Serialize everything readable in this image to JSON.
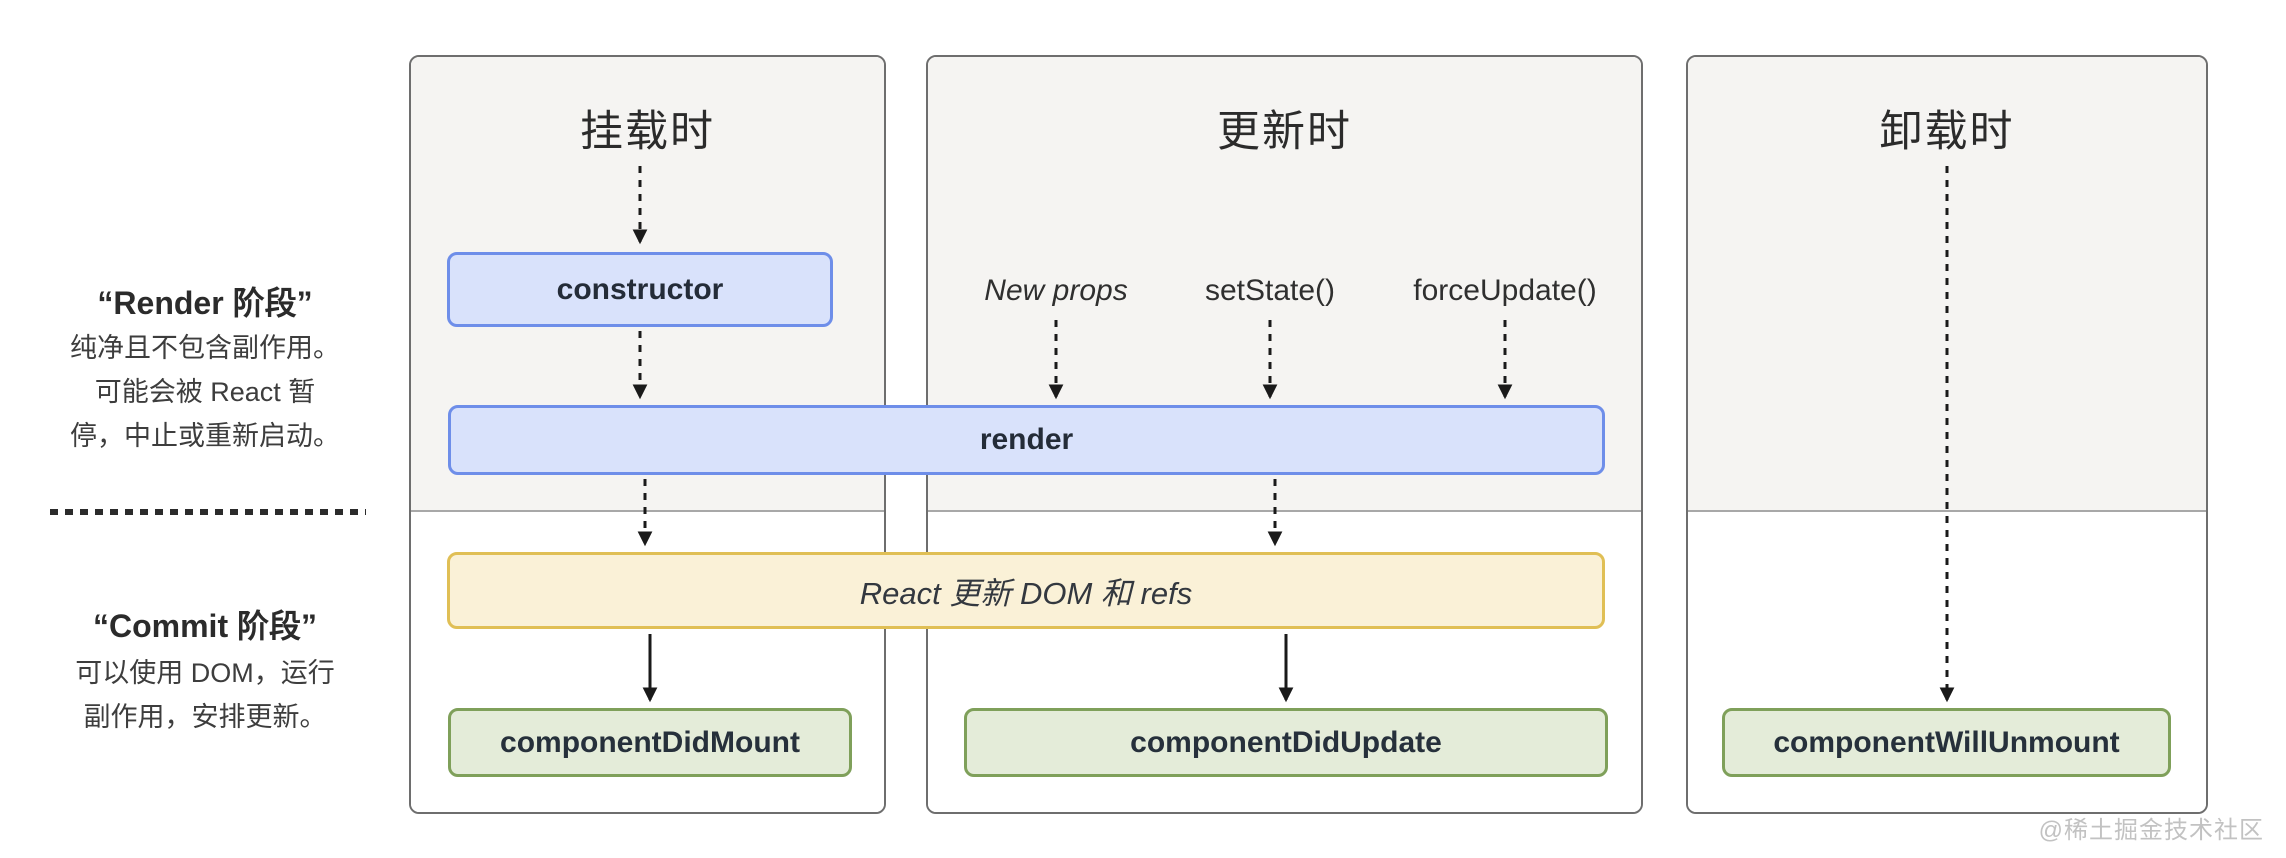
{
  "page": {
    "watermark": "@稀土掘金技术社区"
  },
  "legend": {
    "render_phase": {
      "title": "“Render 阶段”",
      "lines": [
        "纯净且不包含副作用。",
        "可能会被 React 暂",
        "停，中止或重新启动。"
      ]
    },
    "commit_phase": {
      "title": "“Commit 阶段”",
      "lines": [
        "可以使用 DOM，运行",
        "副作用，安排更新。"
      ]
    }
  },
  "columns": [
    {
      "title": "挂载时"
    },
    {
      "title": "更新时"
    },
    {
      "title": "卸载时"
    }
  ],
  "triggers": [
    {
      "label": "New props"
    },
    {
      "label": "setState()"
    },
    {
      "label": "forceUpdate()"
    }
  ],
  "nodes": {
    "constructor": "constructor",
    "render": "render",
    "react_updates": "React 更新 DOM 和 refs",
    "did_mount": "componentDidMount",
    "did_update": "componentDidUpdate",
    "will_unmount": "componentWillUnmount"
  },
  "colors": {
    "panel_border": "#6e6e6e",
    "panel_top_bg": "#f5f4f2",
    "panel_bottom_bg": "#ffffff",
    "section_divider": "#a8a8a8",
    "blue_fill": "#d9e2fb",
    "blue_border": "#6e8ee9",
    "yellow_fill": "#faf1d7",
    "yellow_border": "#e0bf55",
    "green_fill": "#e4ecd9",
    "green_border": "#7fa05a",
    "arrow": "#1a1a1a",
    "watermark": "#c2c2c2"
  }
}
